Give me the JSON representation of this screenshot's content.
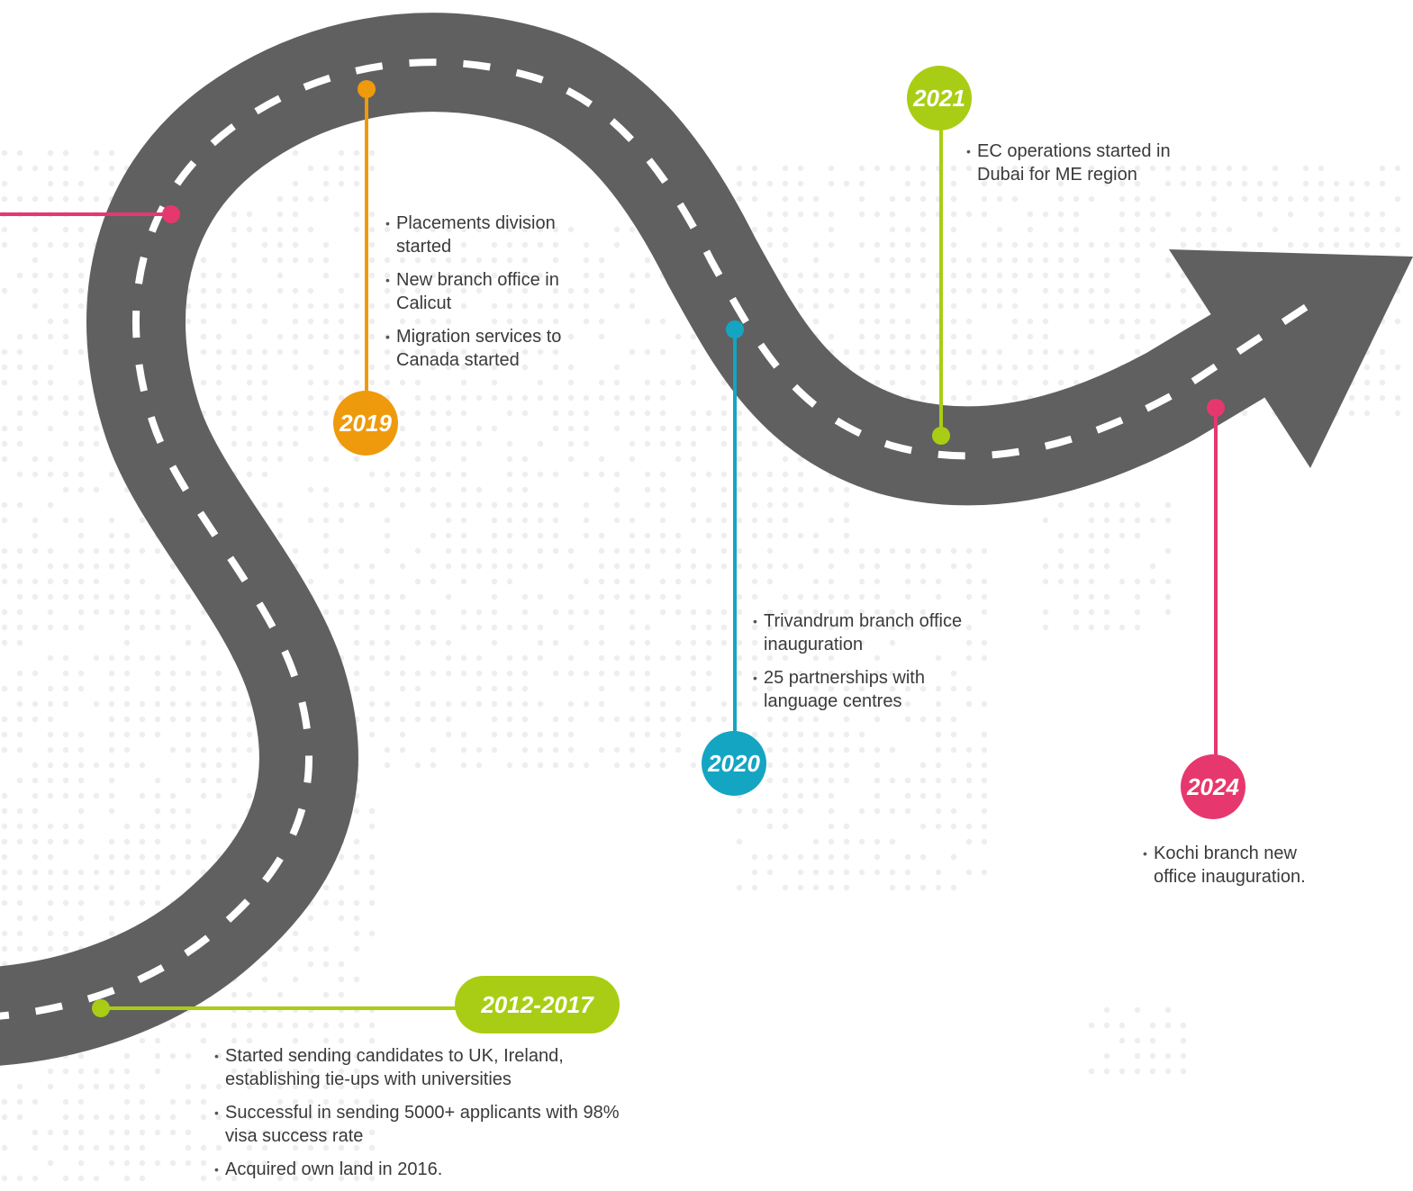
{
  "colors": {
    "road": "#606060",
    "lane": "#ffffff",
    "orange": "#ef9a0c",
    "teal": "#14a5c2",
    "lime": "#a9cd14",
    "pink": "#e6386e",
    "dots": "#eeeeee"
  },
  "milestones": {
    "m2012": {
      "year": "2012-2017",
      "notes": [
        "Started sending candidates to UK, Ireland, establishing tie-ups with universities",
        "Successful in sending 5000+ applicants with 98% visa success rate",
        "Acquired own land in 2016."
      ]
    },
    "m2019": {
      "year": "2019",
      "notes": [
        "Placements division started",
        "New branch office in Calicut",
        "Migration services to Canada started"
      ]
    },
    "m2020": {
      "year": "2020",
      "notes": [
        "Trivandrum branch office inauguration",
        "25 partnerships with language centres"
      ]
    },
    "m2021": {
      "year": "2021",
      "notes": [
        "EC operations started in Dubai for ME region"
      ]
    },
    "m2024": {
      "year": "2024",
      "notes": [
        "Kochi branch new office inauguration."
      ]
    }
  }
}
